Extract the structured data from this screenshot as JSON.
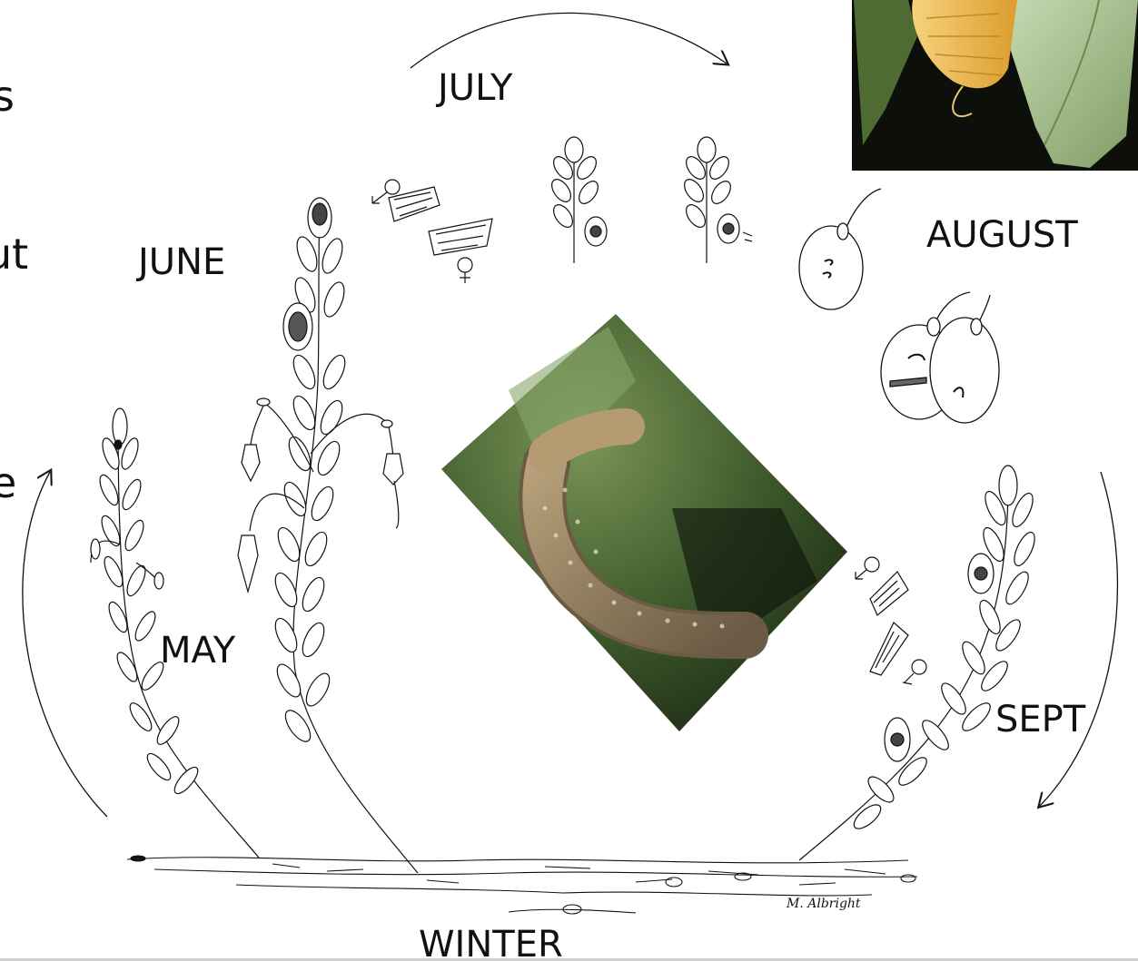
{
  "months": {
    "july": "JULY",
    "june": "JUNE",
    "august": "AUGUST",
    "may": "MAY",
    "sept": "SEPT",
    "winter": "WINTER"
  },
  "cut_off_text": [
    "s",
    "ut",
    "e"
  ],
  "signature": "M. Albright",
  "colors": {
    "line": "#111111",
    "photo_top_bg": "#0c0f0a",
    "larva_yellow": "#e8b545",
    "photo_center_bg": "#4f6a3a",
    "larva_brown": "#8e7a5c"
  }
}
